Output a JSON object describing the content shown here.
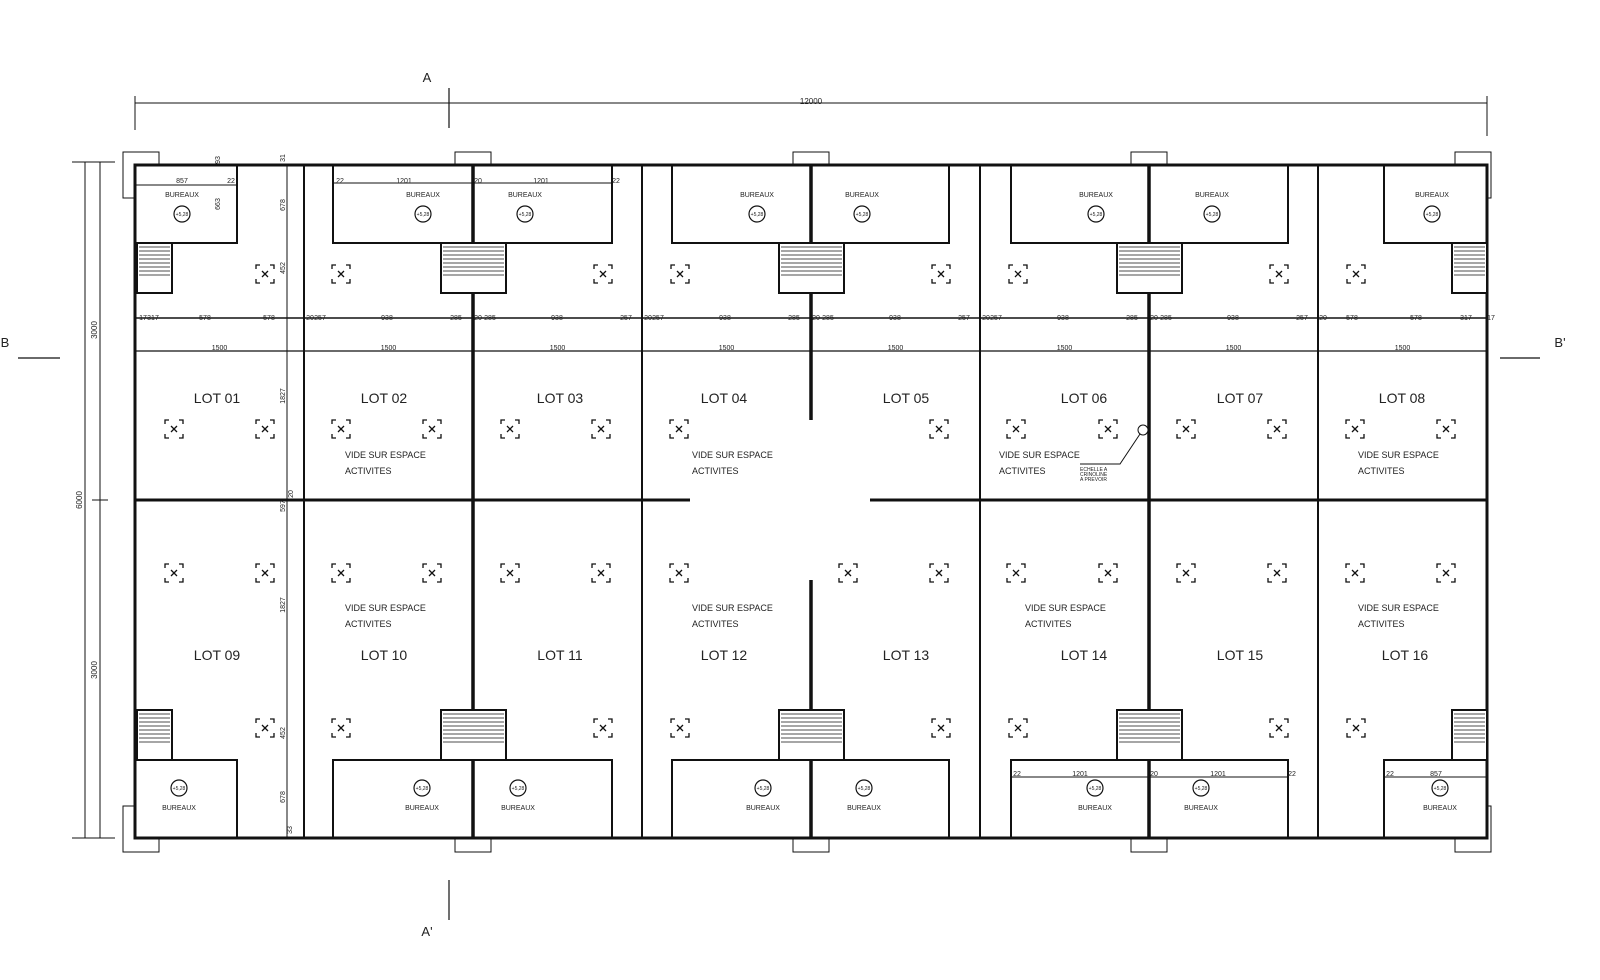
{
  "section_marks": {
    "a_top": "A",
    "a_bottom": "A'",
    "b_left": "B",
    "b_right": "B'"
  },
  "overall_dims": {
    "width": "12000",
    "height": "6000",
    "upper_half": "3000",
    "lower_half": "3000"
  },
  "lots_top": [
    "LOT 01",
    "LOT 02",
    "LOT 03",
    "LOT 04",
    "LOT 05",
    "LOT 06",
    "LOT 07",
    "LOT 08"
  ],
  "lots_bottom": [
    "LOT 09",
    "LOT 10",
    "LOT 11",
    "LOT 12",
    "LOT 13",
    "LOT 14",
    "LOT 15",
    "LOT 16"
  ],
  "office_label": "BUREAUX",
  "office_level": "+5,28",
  "void_label": {
    "line1": "VIDE SUR ESPACE",
    "line2": "ACTIVITES"
  },
  "ladder_note": [
    "ECHELLE A",
    "CRINOLINE",
    "A PREVOIR"
  ],
  "bay_width": "1500",
  "row_dims": [
    "17",
    "317",
    "578",
    "578",
    "20",
    "257",
    "938",
    "285",
    "20",
    "285",
    "938",
    "257",
    "20",
    "257",
    "938",
    "285",
    "20",
    "285",
    "938",
    "257",
    "20",
    "257",
    "938",
    "285",
    "20",
    "285",
    "938",
    "257",
    "20",
    "578",
    "578",
    "317",
    "17"
  ],
  "office_dims_top": [
    "857",
    "22",
    "22",
    "1201",
    "20",
    "1201",
    "22"
  ],
  "office_dims_bottom": [
    "22",
    "1201",
    "20",
    "1201",
    "22",
    "22",
    "857"
  ],
  "vertical_dims": [
    "93",
    "663",
    "31",
    "678",
    "452",
    "1827",
    "20",
    "597",
    "1827",
    "452",
    "678",
    "33"
  ]
}
